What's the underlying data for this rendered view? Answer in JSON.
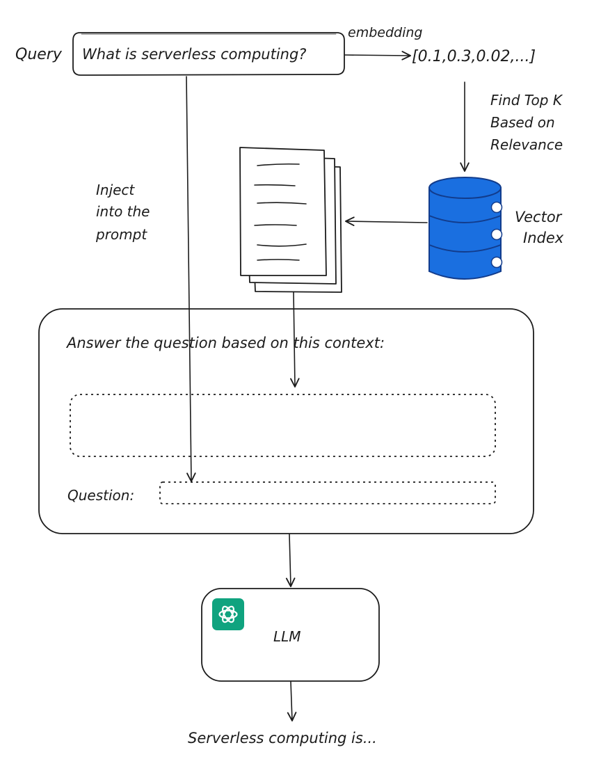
{
  "query": {
    "label": "Query",
    "text": "What is serverless computing?"
  },
  "embedding": {
    "label": "embedding",
    "vector": "[0.1,0.3,0.02,...]"
  },
  "retrieval": {
    "line1": "Find Top K",
    "line2": "Based on",
    "line3": "Relevance"
  },
  "vector_index": {
    "line1": "Vector",
    "line2": "Index",
    "color": "#1a6fe0"
  },
  "inject": {
    "line1": "Inject",
    "line2": "into the",
    "line3": "prompt"
  },
  "prompt_template": {
    "instruction": "Answer the question based on this context:",
    "question_label": "Question:"
  },
  "llm": {
    "label": "LLM",
    "icon": "openai-logo-icon",
    "icon_color": "#10a37f"
  },
  "output": {
    "text": "Serverless computing is..."
  }
}
